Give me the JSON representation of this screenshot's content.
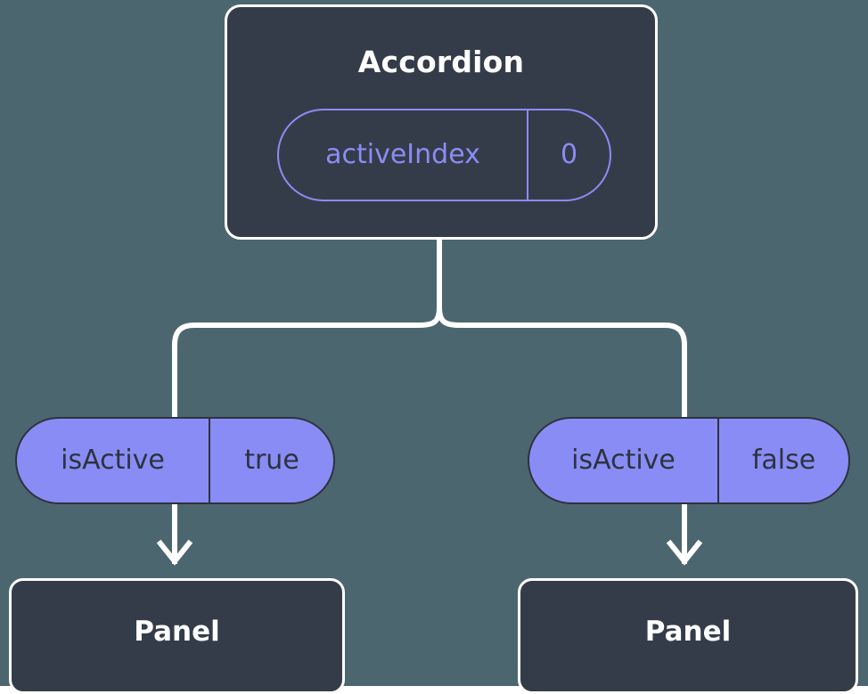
{
  "diagram": {
    "type": "component-state-tree",
    "background_color": "#4c666f",
    "node_fill_color": "#353c49",
    "node_border_color": "#ffffff",
    "accent_color": "#8a8cf5",
    "pill_text_color": "#2c333f",
    "root": {
      "title": "Accordion",
      "prop": {
        "key": "activeIndex",
        "value": "0"
      }
    },
    "branches": [
      {
        "side": "left",
        "prop": {
          "key": "isActive",
          "value": "true"
        },
        "child": {
          "title": "Panel"
        }
      },
      {
        "side": "right",
        "prop": {
          "key": "isActive",
          "value": "false"
        },
        "child": {
          "title": "Panel"
        }
      }
    ]
  }
}
